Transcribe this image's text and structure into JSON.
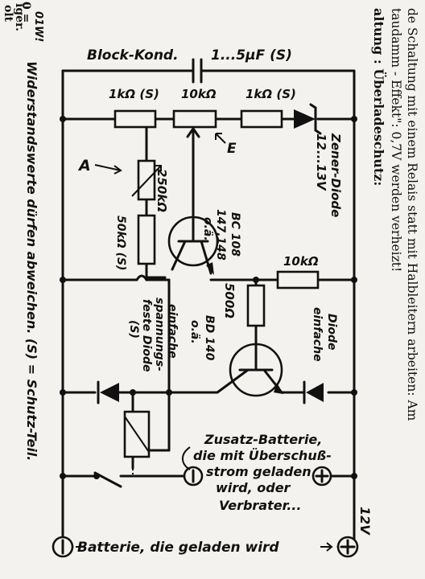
{
  "printed_text": {
    "line1": "de Schaltung mit einem Relais statt mit Halbleitern arbeiten: Am",
    "line2": "taudamm - Effekt\": 0,7V werden verheizt!",
    "line3": "altung : Überladeschutz:"
  },
  "edge_left": {
    "a": "olt",
    "b": "0 =",
    "c": "iger."
  },
  "circuit": {
    "capacitor": "Block-Kond.",
    "capacitor_value": "1...5µF (S)",
    "r1": "1kΩ (S)",
    "r_pot": "10kΩ",
    "r3": "1kΩ (S)",
    "mark_e": "E",
    "zener": "Zener-Diode",
    "zener_value": "12...13V",
    "mark_a": "A",
    "r_250k": "250kΩ",
    "r_50k": "50kΩ (S)",
    "t1_line1": "BC 108",
    "t1_line2": "147,148",
    "t1_line3": "o.ä.",
    "r_10k": "10kΩ",
    "r_500": "500Ω",
    "t2_line1": "BD 140",
    "t2_line2": "o.ä.",
    "diode_left_1": "einfache",
    "diode_left_2": "spannungs-",
    "diode_left_3": "feste Diode",
    "diode_left_4": "(S)",
    "diode_right_1": "einfache",
    "diode_right_2": "Diode",
    "aux_1": "Zusatz-Batterie,",
    "aux_2": "die mit Überschuß-",
    "aux_3": "strom geladen",
    "aux_4": "wird, oder",
    "aux_5": "Verbrater...",
    "minus": "−",
    "plus": "+",
    "voltage": "12V",
    "battery": "Batterie, die geladen wird",
    "side_note": "Widerstandswerte dürfen abweichen.  (S) = Schutz-Teil.",
    "right_edge": "01W!"
  }
}
